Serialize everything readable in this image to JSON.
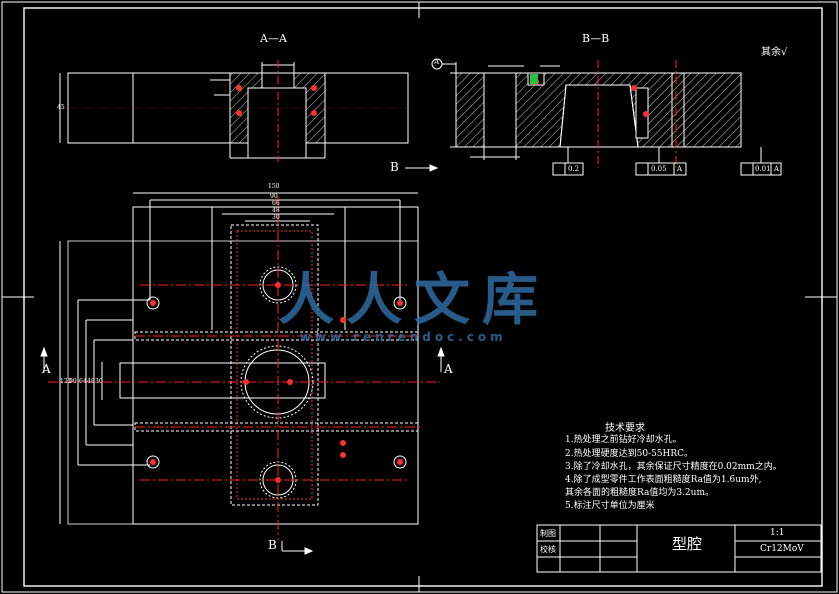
{
  "views": {
    "section_aa": "A—A",
    "section_bb": "B—B",
    "cut_a_left": "A",
    "cut_a_right": "A",
    "cut_b_top": "B",
    "cut_b_bottom": "B",
    "datum": "A"
  },
  "dimensions": {
    "overall_width": "150",
    "width_1": "90",
    "width_2": "66",
    "width_3": "48",
    "width_4": "30",
    "height_1": "122",
    "height_2": "90",
    "height_3": "64",
    "height_4": "48",
    "height_5": "30",
    "depth": "45"
  },
  "tolerances": {
    "parallelism_1": "0.2",
    "parallelism_2": "0.05",
    "parallelism_3": "0.01",
    "datum_ref": "A"
  },
  "surface_note": "其余",
  "tech_requirements": {
    "title": "技术要求",
    "items": [
      "1.热处理之前钻好冷却水孔。",
      "2.热处理硬度达到50-55HRC。",
      "3.除了冷却水孔，其余保证尺寸精度在0.02mm之内。",
      "4.除了成型零件工作表面粗糙度Ra值为1.6um外,",
      "其余各面的粗糙度Ra值均为3.2um。",
      "5.标注尺寸单位为厘米"
    ]
  },
  "title_block": {
    "drawn_label": "制图",
    "checked_label": "校核",
    "part_name": "型腔",
    "scale": "1:1",
    "material": "Cr12MoV"
  },
  "watermark": {
    "text": "人人文库",
    "url": "www.renrendoc.com"
  },
  "colors": {
    "background": "#000000",
    "outline": "#ffffff",
    "center_line": "#ff2020",
    "watermark": "#2e6da3"
  }
}
